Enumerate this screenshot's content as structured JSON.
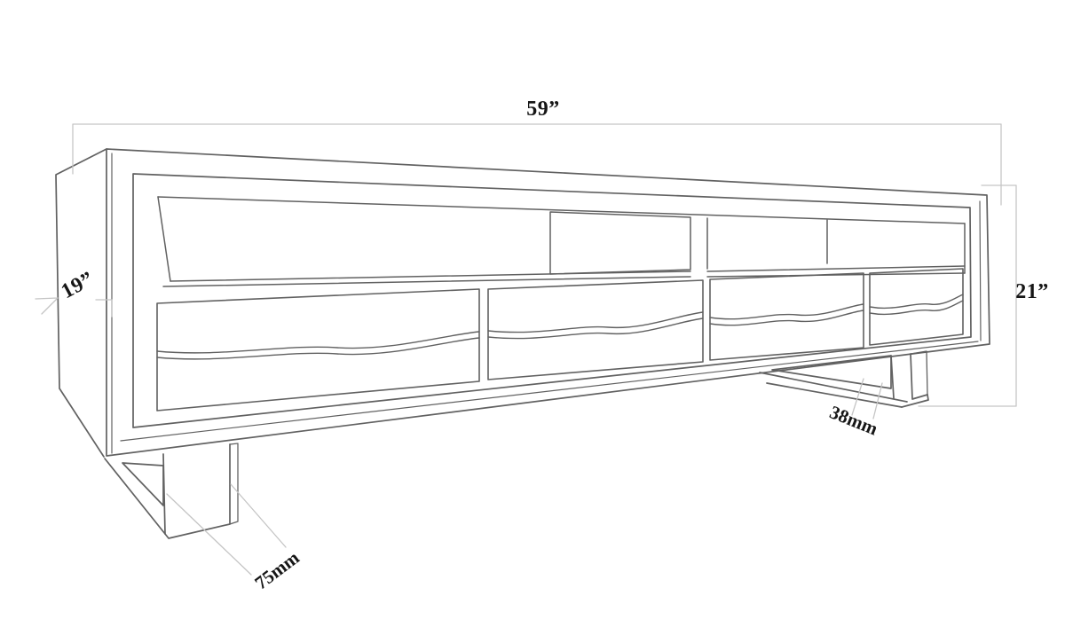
{
  "diagram": {
    "type": "furniture-dimension-line-drawing",
    "subject": "TV stand / media console with open shelf, four wavy-front drawers and trapezoid sled legs",
    "colors": {
      "background": "#ffffff",
      "drawing_line": "#616161",
      "dimension_line": "#c5c5c5",
      "label_text": "#161616"
    },
    "dimensions": {
      "width": {
        "label": "59”",
        "orientation": "horizontal-top"
      },
      "height": {
        "label": "21”",
        "orientation": "vertical-right"
      },
      "depth": {
        "label": "19”",
        "orientation": "rotated-left-side"
      },
      "leg_thickness": {
        "label": "38mm",
        "orientation": "rotated-right-leg"
      },
      "leg_width": {
        "label": "75mm",
        "orientation": "rotated-left-leg"
      }
    }
  }
}
